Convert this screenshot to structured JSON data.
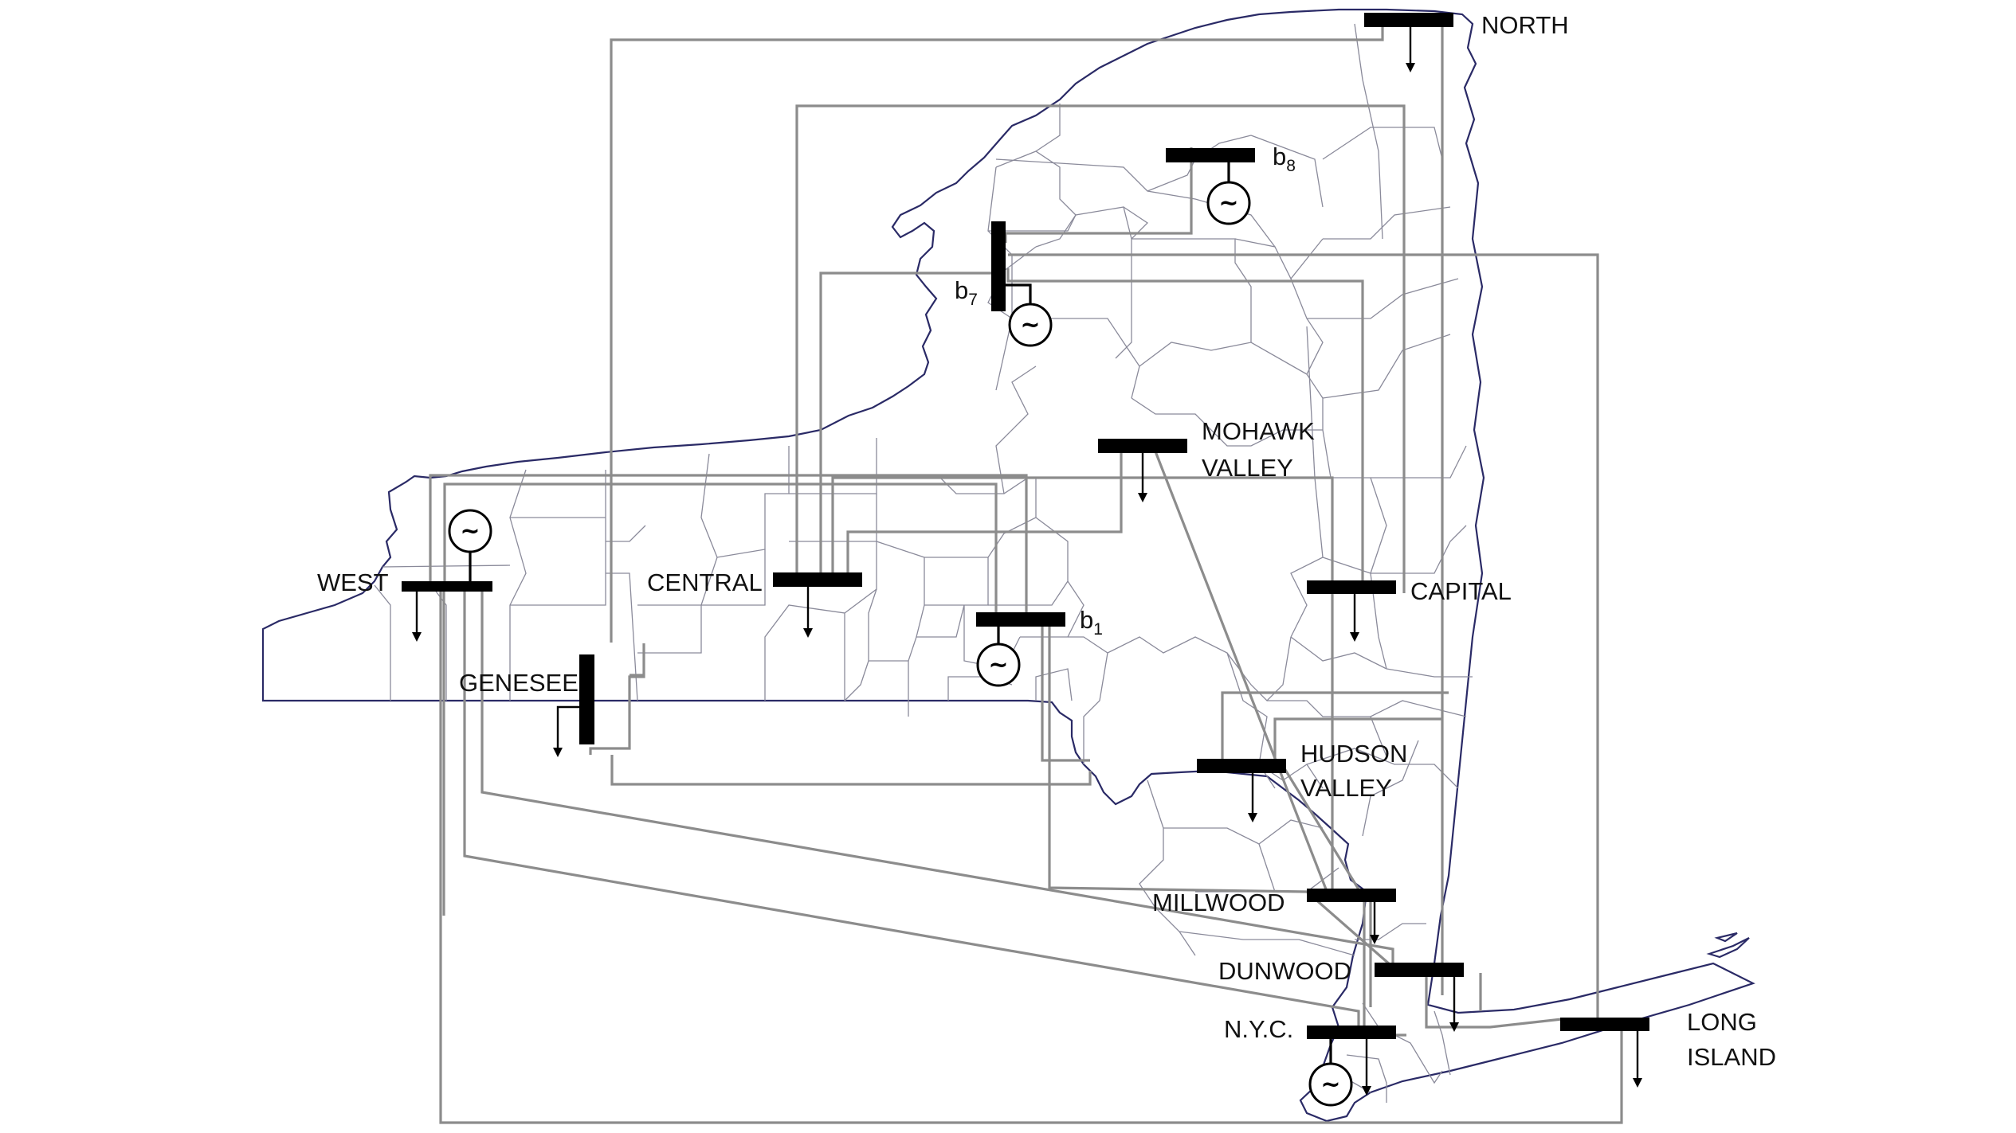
{
  "colors": {
    "state_outline": "#2a2a66",
    "county_lines": "#8a8a9a",
    "transmission_lines": "#8c8c8c",
    "bus_bar": "#000000",
    "label_text": "#111111"
  },
  "generator_symbol": "~",
  "labels": {
    "north": "NORTH",
    "mohawk_line1": "MOHAWK",
    "mohawk_line2": "VALLEY",
    "west": "WEST",
    "central": "CENTRAL",
    "capital": "CAPITAL",
    "genesee": "GENESEE",
    "hudson_line1": "HUDSON",
    "hudson_line2": "VALLEY",
    "millwood": "MILLWOOD",
    "dunwood": "DUNWOOD",
    "nyc": "N.Y.C.",
    "long_island_line1": "LONG",
    "long_island_line2": "ISLAND",
    "b8_base": "b",
    "b8_sub": "8",
    "b7_base": "b",
    "b7_sub": "7",
    "b1_base": "b",
    "b1_sub": "1"
  }
}
